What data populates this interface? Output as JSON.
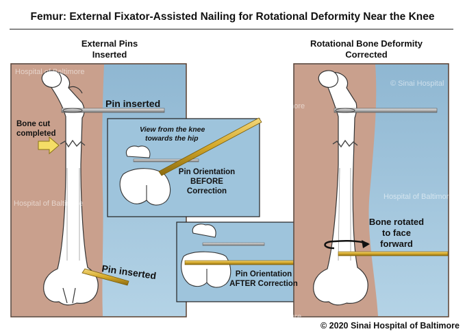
{
  "title": "Femur: External Fixator-Assisted Nailing for Rotational Deformity Near the Knee",
  "left_heading_line1": "External Pins",
  "left_heading_line2": "Inserted",
  "right_heading_line1": "Rotational Bone Deformity",
  "right_heading_line2": "Corrected",
  "labels": {
    "pin_inserted_top": "Pin inserted",
    "bone_cut_line1": "Bone cut",
    "bone_cut_line2": "completed",
    "pin_inserted_bottom": "Pin inserted",
    "view_line1": "View from the knee",
    "view_line2": "towards the hip",
    "before_line1": "Pin Orientation",
    "before_line2": "BEFORE",
    "before_line3": "Correction",
    "after_line1": "Pin Orientation",
    "after_line2": "AFTER Correction",
    "rotated_line1": "Bone rotated",
    "rotated_line2": "to face",
    "rotated_line3": "forward"
  },
  "watermark": "© Sinai Hospital of Baltimore",
  "copyright": "© 2020 Sinai Hospital of Baltimore",
  "colors": {
    "skin": "#c9a08d",
    "background_panel": "#9ec4dc",
    "bone": "#ffffff",
    "pin_gold": "#d4a82a",
    "pin_gray": "#bfbfbf",
    "arrow_yellow": "#f5dd66"
  }
}
